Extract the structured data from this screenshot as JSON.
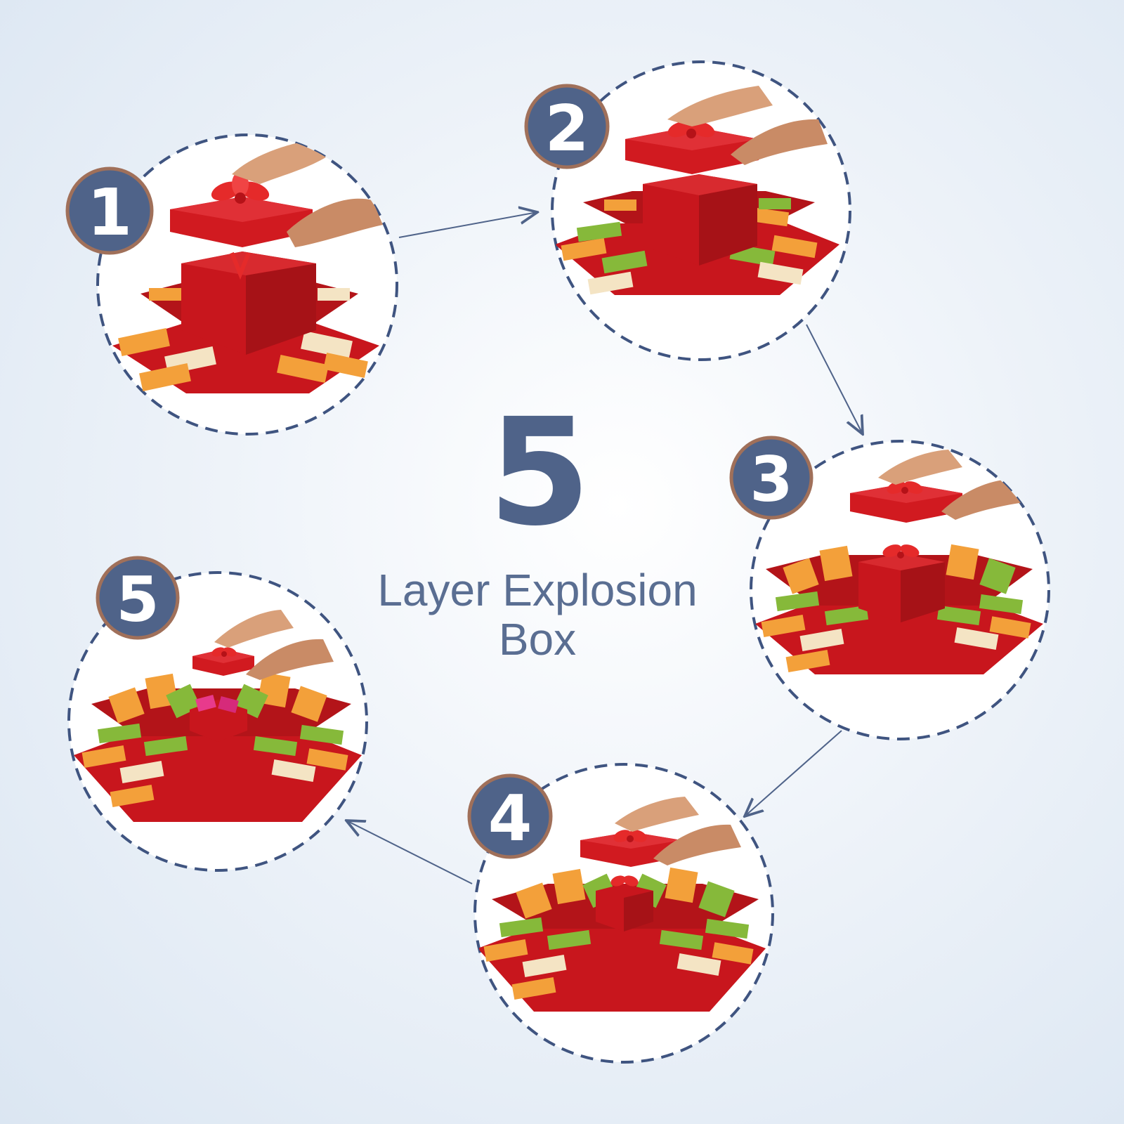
{
  "title": {
    "number": "5",
    "line1": "Layer Explosion",
    "line2": "Box"
  },
  "steps": [
    {
      "label": "1",
      "illustration": "gift-box-closed-lid-lifting"
    },
    {
      "label": "2",
      "illustration": "gift-box-first-layer-opening"
    },
    {
      "label": "3",
      "illustration": "gift-box-second-layer-opening"
    },
    {
      "label": "4",
      "illustration": "gift-box-third-layer-opening"
    },
    {
      "label": "5",
      "illustration": "gift-box-fully-exploded"
    }
  ],
  "colors": {
    "navy": "#4f6389",
    "badge_ring": "#a0705a",
    "dash": "#3f5480",
    "gift_red": "#c8161d",
    "gift_dark": "#9e0f14",
    "ribbon": "#e52a2a",
    "skin": "#d9a07a",
    "candy_green": "#86b93a",
    "candy_orange": "#f3a03a",
    "candy_cream": "#f4e4c4"
  }
}
